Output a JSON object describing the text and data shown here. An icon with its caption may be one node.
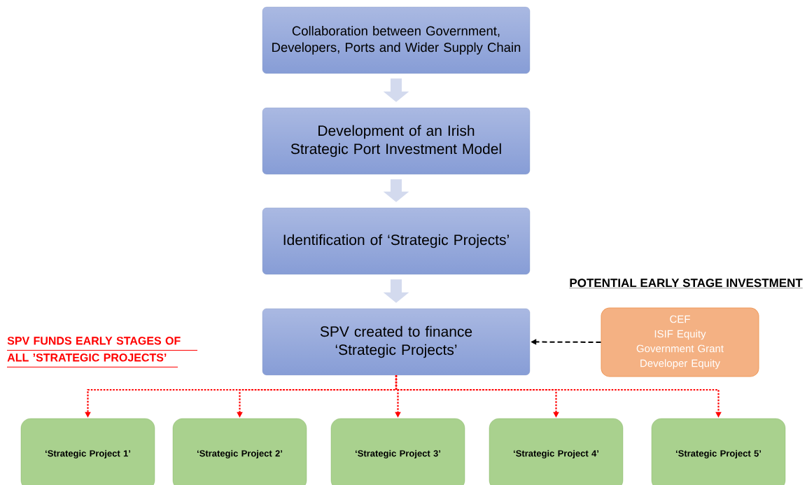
{
  "diagram": {
    "nodes": [
      {
        "text": [
          "Collaboration between Government, Developers, Ports and Wider Supply Chain"
        ]
      },
      {
        "text": [
          "Development of an Irish Strategic Port Investment Model"
        ]
      },
      {
        "text": [
          "Identification of ‘Strategic Projects’"
        ]
      },
      {
        "text": [
          "SPV created to finance ‘Strategic Projects’"
        ]
      },
      {
        "text": [
          "CEF",
          "ISIF Equity",
          "Government Grant",
          "Developer Equity"
        ]
      },
      {
        "text": [
          "‘Strategic Project 1’"
        ]
      },
      {
        "text": [
          "‘Strategic Project 2’"
        ]
      },
      {
        "text": [
          "‘Strategic Project 3’"
        ]
      },
      {
        "text": [
          "‘Strategic Project 4’"
        ]
      },
      {
        "text": [
          "‘Strategic Project 5’"
        ]
      }
    ],
    "edges": [
      {
        "from": 0,
        "to": 1,
        "arrow": "to",
        "style": "thick",
        "color": "#d3daee"
      },
      {
        "from": 1,
        "to": 2,
        "arrow": "to",
        "style": "thick",
        "color": "#d3daee"
      },
      {
        "from": 2,
        "to": 3,
        "arrow": "to",
        "style": "thick",
        "color": "#d3daee"
      },
      {
        "from": 4,
        "to": 3,
        "arrow": "to",
        "style": "dashed",
        "color": "#000000"
      },
      {
        "from": 3,
        "to": 5,
        "arrow": "to",
        "style": "dashed",
        "color": "#ff0000"
      },
      {
        "from": 3,
        "to": 6,
        "arrow": "to",
        "style": "dashed",
        "color": "#ff0000"
      },
      {
        "from": 3,
        "to": 7,
        "arrow": "to",
        "style": "dashed",
        "color": "#ff0000"
      },
      {
        "from": 3,
        "to": 8,
        "arrow": "to",
        "style": "dashed",
        "color": "#ff0000"
      },
      {
        "from": 3,
        "to": 9,
        "arrow": "to",
        "style": "dashed",
        "color": "#ff0000"
      }
    ],
    "labels": [
      "POTENTIAL EARLY STAGE INVESTMENT",
      "SPV FUNDS EARLY STAGES OF ALL ’STRATEGIC PROJECTS’"
    ]
  }
}
